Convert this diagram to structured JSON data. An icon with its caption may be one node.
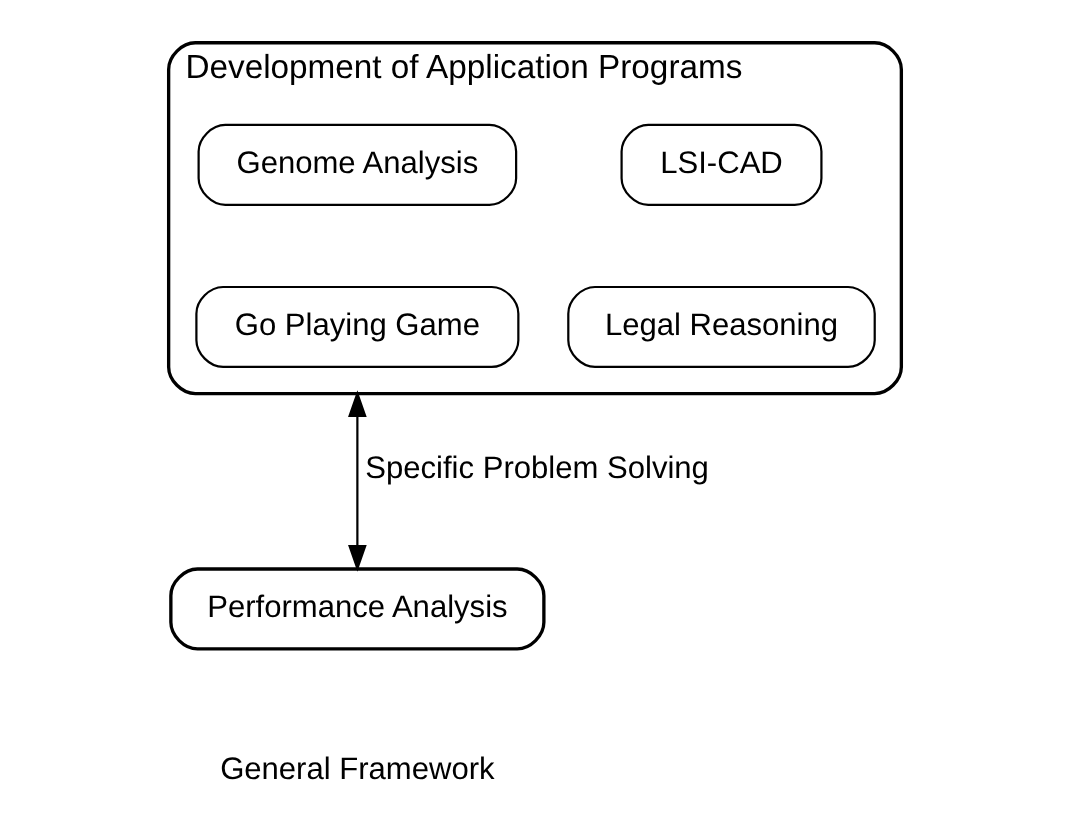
{
  "diagram": {
    "nodes": [
      {
        "text": [
          "Development of Application Programs"
        ]
      },
      {
        "text": [
          "LSI-CAD"
        ],
        "in": 0
      },
      {
        "text": [
          "Genome Analysis"
        ],
        "in": 0
      },
      {
        "text": [
          "Legal Reasoning"
        ],
        "in": 0
      },
      {
        "text": [
          "Go Playing Game"
        ],
        "in": 0
      },
      {
        "text": [
          "Performance Analysis"
        ],
        "beside": [
          "General Framework"
        ]
      }
    ],
    "edges": [
      {
        "from": 0,
        "to": 5,
        "arrow": "both",
        "label": "Specific Problem Solving"
      }
    ]
  }
}
